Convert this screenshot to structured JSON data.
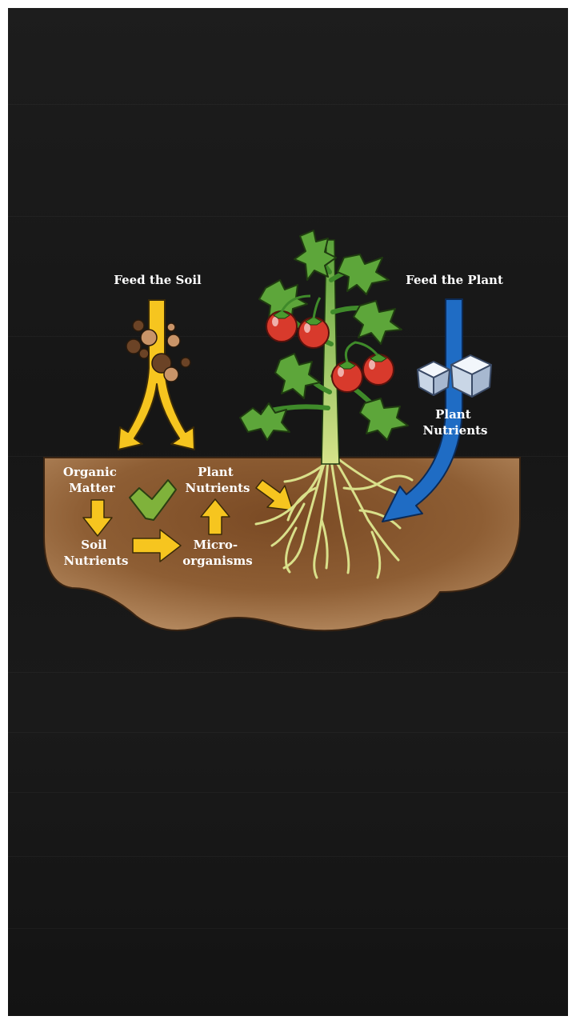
{
  "diagram": {
    "feed_soil_title": "Feed the Soil",
    "feed_plant_title": "Feed the Plant",
    "organic_matter": [
      "Organic",
      "Matter"
    ],
    "soil_nutrients": [
      "Soil",
      "Nutrients"
    ],
    "microorganisms": [
      "Micro-",
      "organisms"
    ],
    "plant_nutrients_soil": [
      "Plant",
      "Nutrients"
    ],
    "plant_nutrients_fertilizer": [
      "Plant",
      "Nutrients"
    ]
  },
  "colors": {
    "background": "#181818",
    "soil": "#8a5a32",
    "soil_light": "#b5875c",
    "arrow_yellow": "#f6c51f",
    "arrow_blue": "#1f6cc4",
    "check_green": "#7fb23b",
    "leaf_green": "#5da63a",
    "tomato_red": "#d83a2c",
    "root": "#d9e08a"
  },
  "icons": [
    "soil-particles-icon",
    "check-icon",
    "fertilizer-cubes-icon",
    "tomato-plant-icon"
  ]
}
